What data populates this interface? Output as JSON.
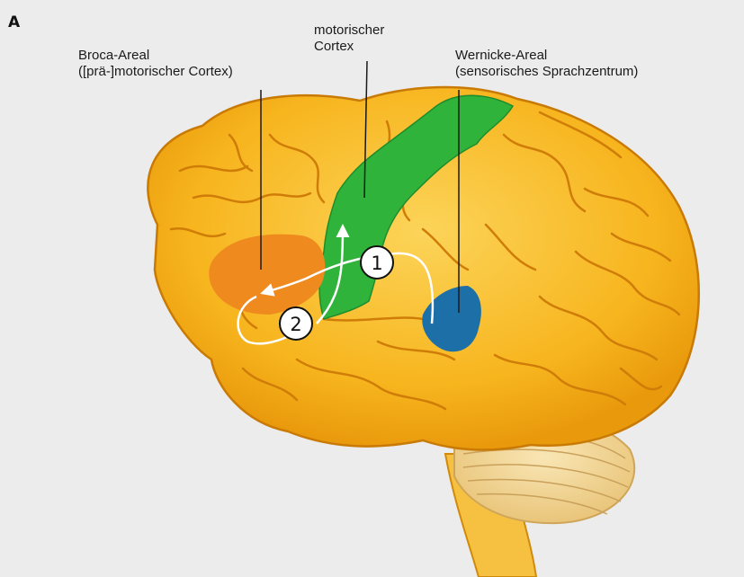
{
  "panel": {
    "letter": "A"
  },
  "labels": {
    "broca": {
      "line1": "Broca-Areal",
      "line2": "([prä-]motorischer Cortex)"
    },
    "motor": {
      "line1": "motorischer",
      "line2": "Cortex"
    },
    "wernicke": {
      "line1": "Wernicke-Areal",
      "line2": "(sensorisches Sprachzentrum)"
    }
  },
  "steps": {
    "one": "1",
    "two": "2"
  },
  "colors": {
    "background": "#ececec",
    "brain": "#f5b21a",
    "brain_highlight": "#fbd45c",
    "sulcus": "#cf7d08",
    "broca_area": "#ee8a1e",
    "motor_cortex": "#2eb23a",
    "wernicke_area": "#1d6fa8",
    "cerebellum": "#f3d99a",
    "arrow": "#ffffff"
  }
}
